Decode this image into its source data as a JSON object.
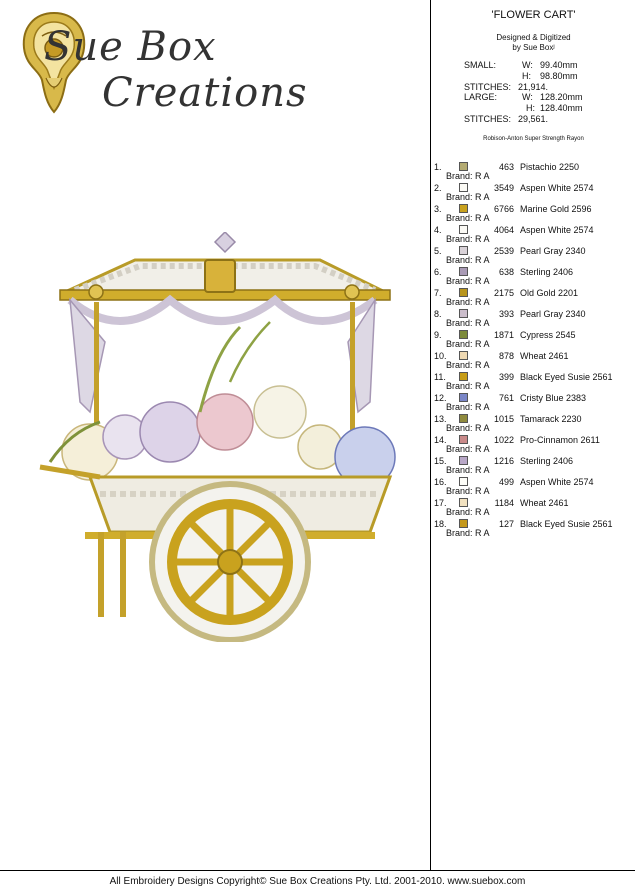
{
  "header": {
    "title": "'FLOWER CART'",
    "designed_line1": "Designed & Digitized",
    "designed_line2": "by Sue Boxʲ"
  },
  "logo": {
    "line1": "Sue Box",
    "line2": "Creations"
  },
  "dimensions": {
    "small_label": "SMALL:",
    "small_w_label": "W:",
    "small_w": "99.40mm",
    "small_h_label": "H:",
    "small_h": "98.80mm",
    "small_stitches_label": "STITCHES:",
    "small_stitches": "21,914.",
    "large_label": "LARGE:",
    "large_w_label": "W:",
    "large_w": "128.20mm",
    "large_h_label": "H:",
    "large_h": "128.40mm",
    "large_stitches_label": "STITCHES:",
    "large_stitches": "29,561."
  },
  "thread_note": "Robison-Anton Super Strength Rayon",
  "colors": [
    {
      "num": "1.",
      "code": "463",
      "name": "Pistachio 2250",
      "brand": "Brand: R A",
      "color": "#b4ab72"
    },
    {
      "num": "2.",
      "code": "3549",
      "name": "Aspen White 2574",
      "brand": "Brand: R A",
      "color": "#fbfaf5"
    },
    {
      "num": "3.",
      "code": "6766",
      "name": "Marine Gold 2596",
      "brand": "Brand: R A",
      "color": "#c9a21e"
    },
    {
      "num": "4.",
      "code": "4064",
      "name": "Aspen White 2574",
      "brand": "Brand: R A",
      "color": "#fbfaf5"
    },
    {
      "num": "5.",
      "code": "2539",
      "name": "Pearl Gray 2340",
      "brand": "Brand: R A",
      "color": "#d9d2d8"
    },
    {
      "num": "6.",
      "code": "638",
      "name": "Sterling 2406",
      "brand": "Brand: R A",
      "color": "#a99ab5"
    },
    {
      "num": "7.",
      "code": "2175",
      "name": "Old Gold 2201",
      "brand": "Brand: R A",
      "color": "#b8951c"
    },
    {
      "num": "8.",
      "code": "393",
      "name": "Pearl Gray 2340",
      "brand": "Brand: R A",
      "color": "#cbbdcb"
    },
    {
      "num": "9.",
      "code": "1871",
      "name": "Cypress 2545",
      "brand": "Brand: R A",
      "color": "#7c8a3a"
    },
    {
      "num": "10.",
      "code": "878",
      "name": "Wheat 2461",
      "brand": "Brand: R A",
      "color": "#efd9b2"
    },
    {
      "num": "11.",
      "code": "399",
      "name": "Black Eyed Susie 2561",
      "brand": "Brand: R A",
      "color": "#c79d17"
    },
    {
      "num": "12.",
      "code": "761",
      "name": "Cristy Blue 2383",
      "brand": "Brand: R A",
      "color": "#7a86c7"
    },
    {
      "num": "13.",
      "code": "1015",
      "name": "Tamarack 2230",
      "brand": "Brand: R A",
      "color": "#8f8a3d"
    },
    {
      "num": "14.",
      "code": "1022",
      "name": "Pro-Cinnamon 2611",
      "brand": "Brand: R A",
      "color": "#c98a8a"
    },
    {
      "num": "15.",
      "code": "1216",
      "name": "Sterling 2406",
      "brand": "Brand: R A",
      "color": "#b8a7c7"
    },
    {
      "num": "16.",
      "code": "499",
      "name": "Aspen White 2574",
      "brand": "Brand: R A",
      "color": "#fdfdf8"
    },
    {
      "num": "17.",
      "code": "1184",
      "name": "Wheat 2461",
      "brand": "Brand: R A",
      "color": "#f2e2c0"
    },
    {
      "num": "18.",
      "code": "127",
      "name": "Black Eyed Susie 2561",
      "brand": "Brand: R A",
      "color": "#c4981b"
    }
  ],
  "footer": "All Embroidery Designs Copyright© Sue Box Creations Pty. Ltd. 2001-2010. www.suebox.com"
}
